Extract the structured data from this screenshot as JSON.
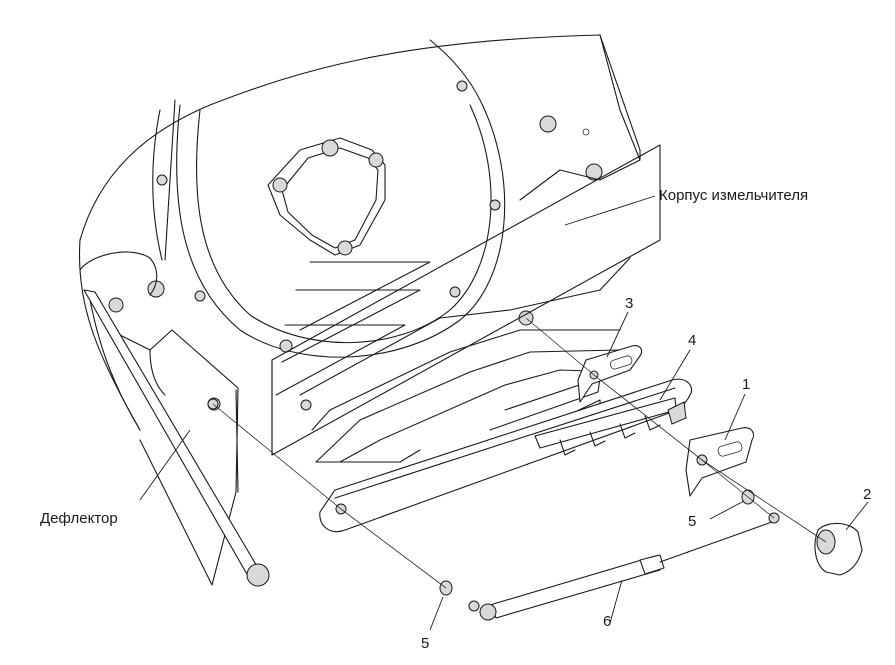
{
  "labels": {
    "housing": "Корпус измельчителя",
    "deflector": "Дефлектор",
    "callout_1": "1",
    "callout_2": "2",
    "callout_3": "3",
    "callout_4": "4",
    "callout_5a": "5",
    "callout_5b": "5",
    "callout_6": "6"
  }
}
